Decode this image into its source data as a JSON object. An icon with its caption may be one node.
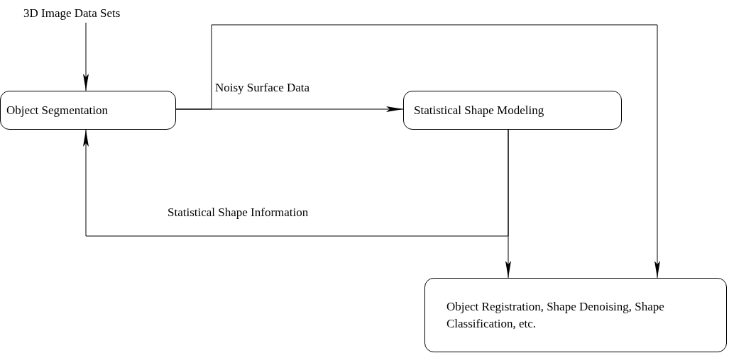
{
  "diagram": {
    "nodes": [
      {
        "text": [
          "3D Image Data Sets"
        ]
      },
      {
        "text": [
          "Object Segmentation"
        ]
      },
      {
        "text": [
          "Statistical Shape Modeling"
        ]
      },
      {
        "text": [
          "Object Registration, Shape Denoising, Shape Classification, etc."
        ]
      }
    ],
    "edges": [
      {
        "from": 0,
        "to": 1,
        "arrow": "to"
      },
      {
        "from": 1,
        "to": 2,
        "arrow": "to",
        "label": "Noisy Surface Data"
      },
      {
        "from": 1,
        "to": 3,
        "arrow": "to"
      },
      {
        "from": 2,
        "to": 3,
        "arrow": "to"
      },
      {
        "from": 2,
        "to": 1,
        "arrow": "to",
        "label": "Statistical Shape Information"
      }
    ]
  }
}
